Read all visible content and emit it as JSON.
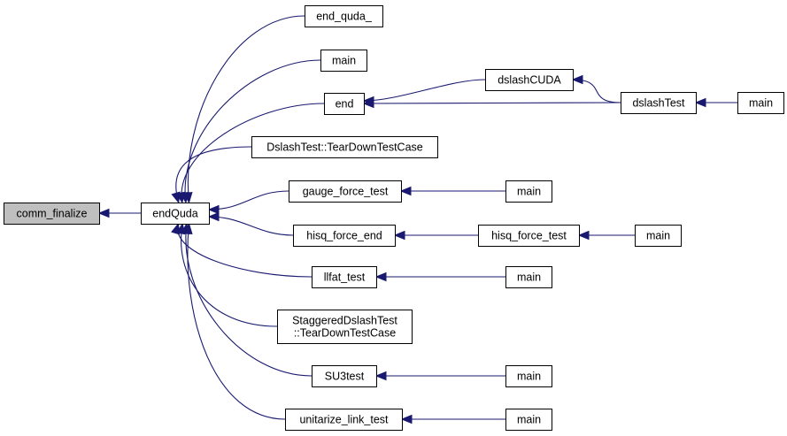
{
  "colors": {
    "edge": "#191970",
    "root_fill": "#bfbfbf",
    "node_fill": "#ffffff",
    "border": "#000000"
  },
  "nodes": {
    "comm_finalize": [
      "comm_finalize"
    ],
    "endQuda": [
      "endQuda"
    ],
    "end_quda_": [
      "end_quda_"
    ],
    "main_a": [
      "main"
    ],
    "end": [
      "end"
    ],
    "dslashCUDA": [
      "dslashCUDA"
    ],
    "dslashTest": [
      "dslashTest"
    ],
    "main_b": [
      "main"
    ],
    "DslashTest_TearDown": [
      "DslashTest::TearDownTestCase"
    ],
    "gauge_force_test": [
      "gauge_force_test"
    ],
    "main_c": [
      "main"
    ],
    "hisq_force_end": [
      "hisq_force_end"
    ],
    "hisq_force_test": [
      "hisq_force_test"
    ],
    "main_d": [
      "main"
    ],
    "llfat_test": [
      "llfat_test"
    ],
    "main_e": [
      "main"
    ],
    "Staggered_TearDown": [
      "StaggeredDslashTest",
      "::TearDownTestCase"
    ],
    "SU3test": [
      "SU3test"
    ],
    "main_f": [
      "main"
    ],
    "unitarize_link_test": [
      "unitarize_link_test"
    ],
    "main_g": [
      "main"
    ]
  },
  "edges": [
    [
      "endQuda",
      "comm_finalize"
    ],
    [
      "end_quda_",
      "endQuda"
    ],
    [
      "main_a",
      "endQuda"
    ],
    [
      "end",
      "endQuda"
    ],
    [
      "DslashTest_TearDown",
      "endQuda"
    ],
    [
      "gauge_force_test",
      "endQuda"
    ],
    [
      "hisq_force_end",
      "endQuda"
    ],
    [
      "llfat_test",
      "endQuda"
    ],
    [
      "Staggered_TearDown",
      "endQuda"
    ],
    [
      "SU3test",
      "endQuda"
    ],
    [
      "unitarize_link_test",
      "endQuda"
    ],
    [
      "dslashCUDA",
      "end"
    ],
    [
      "dslashTest",
      "end"
    ],
    [
      "dslashTest",
      "dslashCUDA"
    ],
    [
      "main_b",
      "dslashTest"
    ],
    [
      "main_c",
      "gauge_force_test"
    ],
    [
      "hisq_force_test",
      "hisq_force_end"
    ],
    [
      "main_d",
      "hisq_force_test"
    ],
    [
      "main_e",
      "llfat_test"
    ],
    [
      "main_f",
      "SU3test"
    ],
    [
      "main_g",
      "unitarize_link_test"
    ]
  ]
}
